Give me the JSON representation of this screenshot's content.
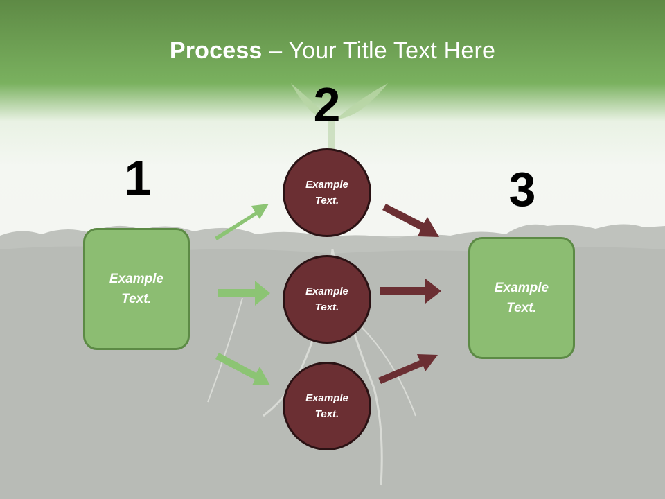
{
  "title": {
    "bold": "Process",
    "rest": " – Your Title Text Here"
  },
  "steps": [
    "1",
    "2",
    "3"
  ],
  "left_box": {
    "line1": "Example",
    "line2": "Text."
  },
  "right_box": {
    "line1": "Example",
    "line2": "Text."
  },
  "circles": [
    {
      "line1": "Example",
      "line2": "Text."
    },
    {
      "line1": "Example",
      "line2": "Text."
    },
    {
      "line1": "Example",
      "line2": "Text."
    }
  ],
  "colors": {
    "header_green": "#7ab15f",
    "box_green": "#8cbd72",
    "arrow_green": "#8cc474",
    "circle_maroon": "#6b2f33",
    "arrow_maroon": "#6b2f33"
  }
}
